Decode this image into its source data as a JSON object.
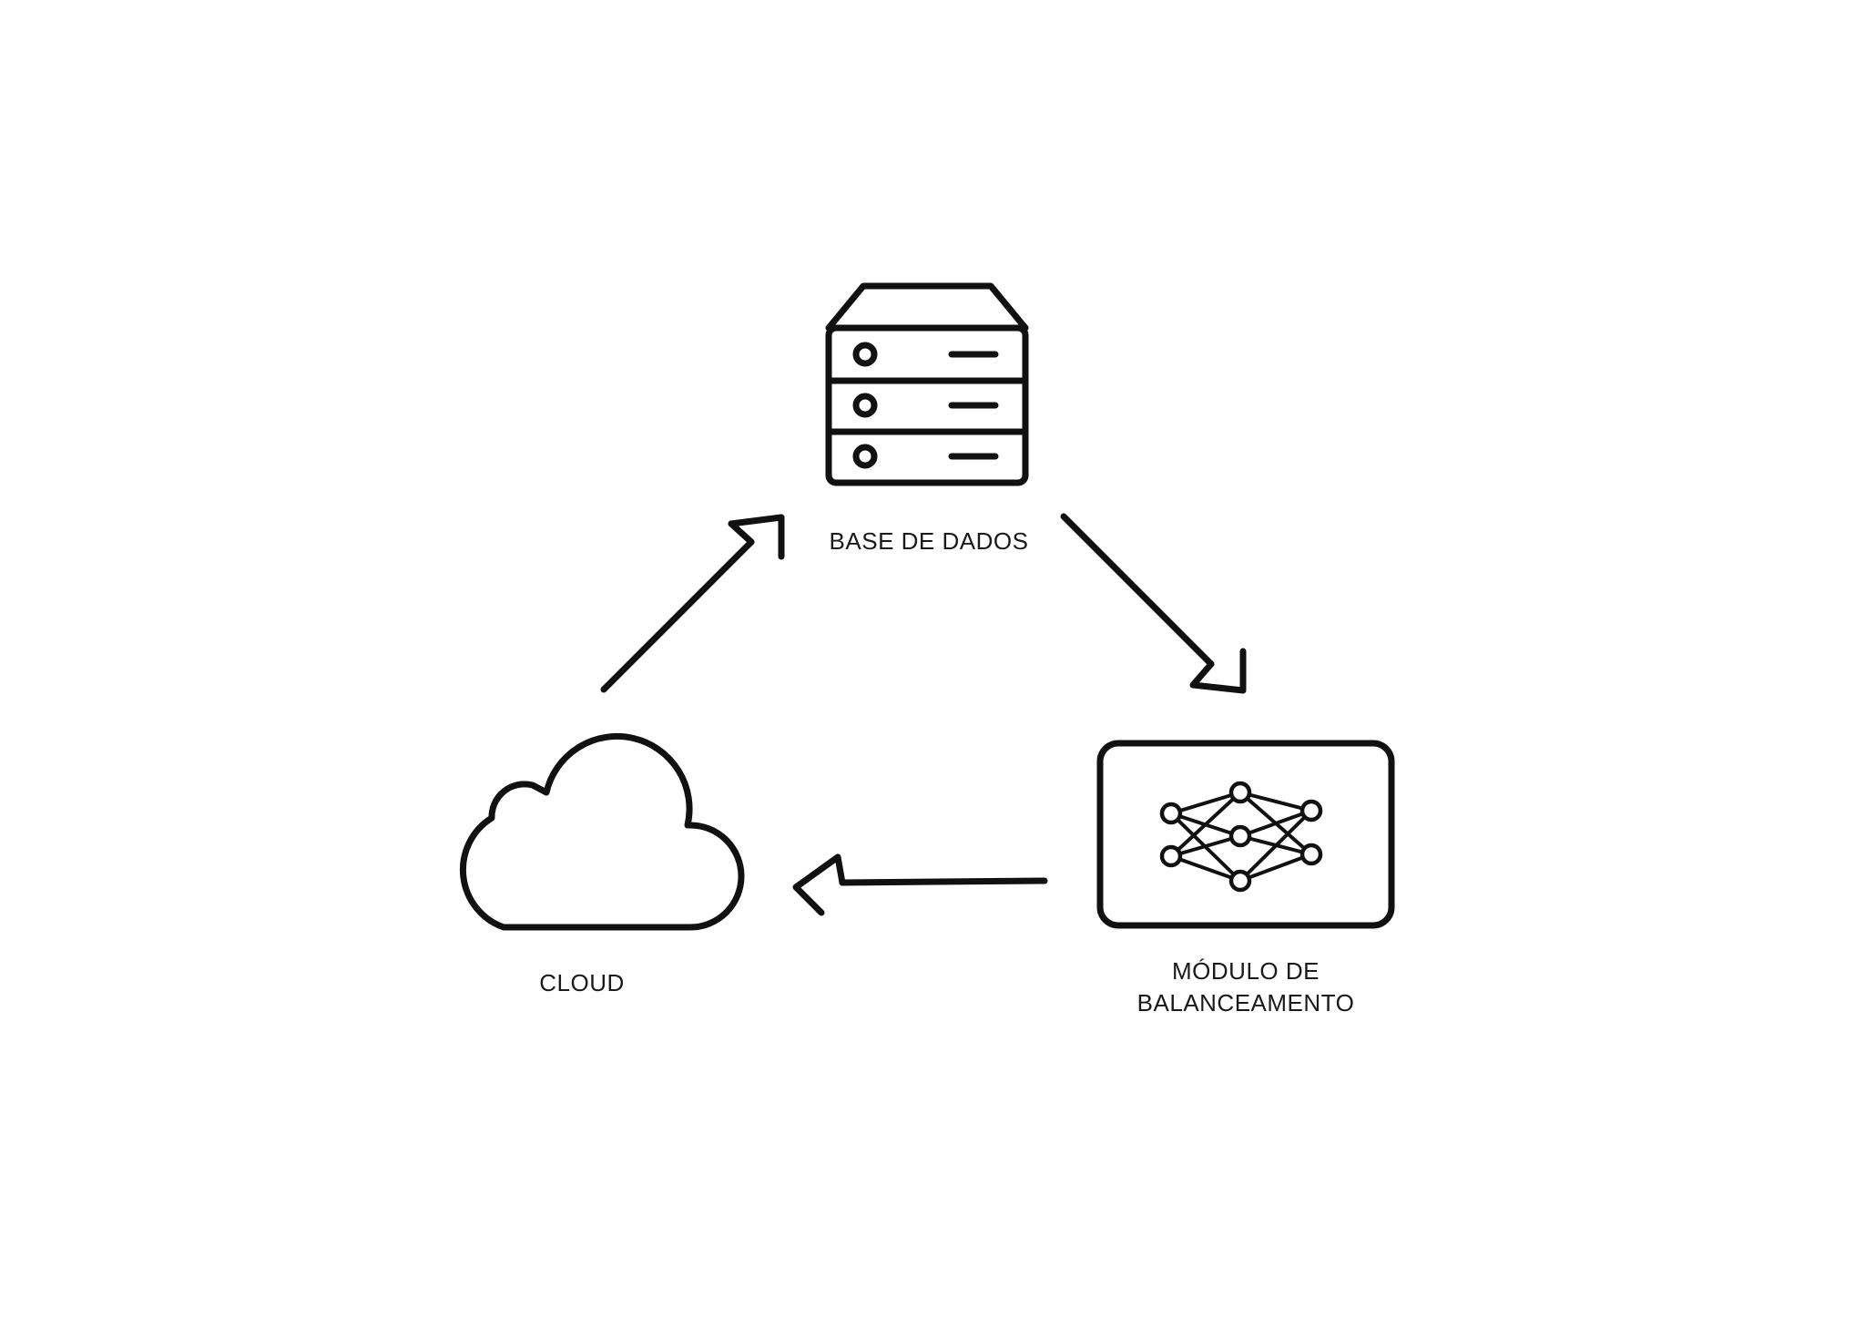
{
  "diagram": {
    "nodes": {
      "database": {
        "label": "BASE DE DADOS",
        "icon": "server-database-icon"
      },
      "balancer": {
        "label_line1": "MÓDULO DE",
        "label_line2": "BALANCEAMENTO",
        "icon": "neural-network-icon"
      },
      "cloud": {
        "label": "CLOUD",
        "icon": "cloud-icon"
      }
    },
    "edges": [
      {
        "from": "database",
        "to": "balancer"
      },
      {
        "from": "balancer",
        "to": "cloud"
      },
      {
        "from": "cloud",
        "to": "database"
      }
    ],
    "colors": {
      "stroke": "#111111",
      "background": "#ffffff"
    }
  }
}
